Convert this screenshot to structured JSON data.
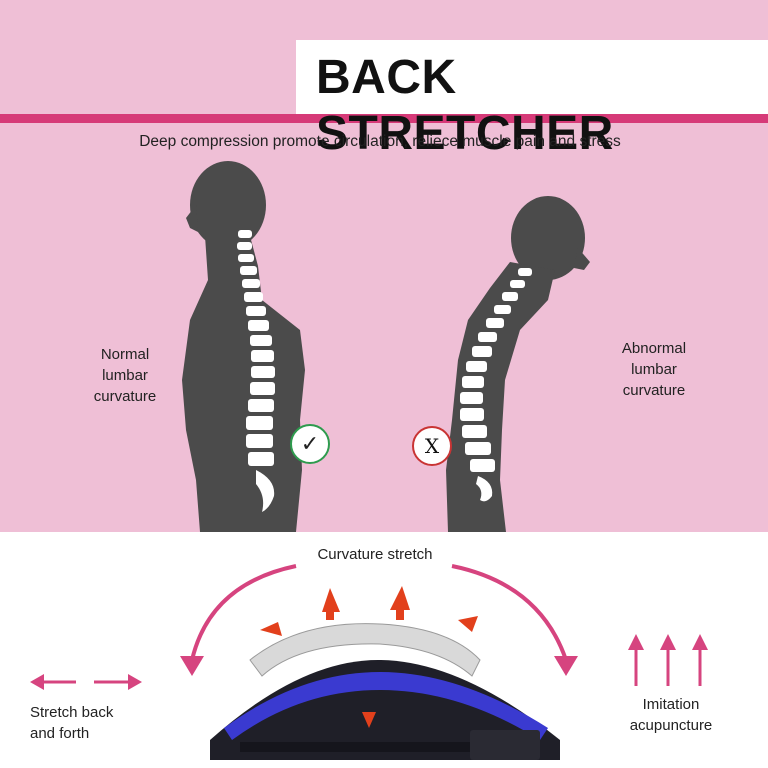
{
  "header": {
    "title": "BACK STRETCHER",
    "tagline": "Deep compression promote circulation, reliece muscle pain and stress"
  },
  "figures": {
    "normal": {
      "label": "Normal\nlumbar\ncurvature",
      "badge_icon": "check-icon",
      "badge_glyph": "✓"
    },
    "abnormal": {
      "label": "Abnormal\nlumbar\ncurvature",
      "badge_icon": "x-icon",
      "badge_glyph": "X"
    }
  },
  "device_section": {
    "curvature_label": "Curvature stretch",
    "stretch_label": "Stretch back\nand forth",
    "acupuncture_label": "Imitation\nacupuncture"
  },
  "colors": {
    "background_pink": "#efbfd6",
    "accent": "#d63a78",
    "silhouette": "#4b4b4b",
    "device_blue": "#3a3ad0",
    "arrow_red": "#e2401c"
  }
}
